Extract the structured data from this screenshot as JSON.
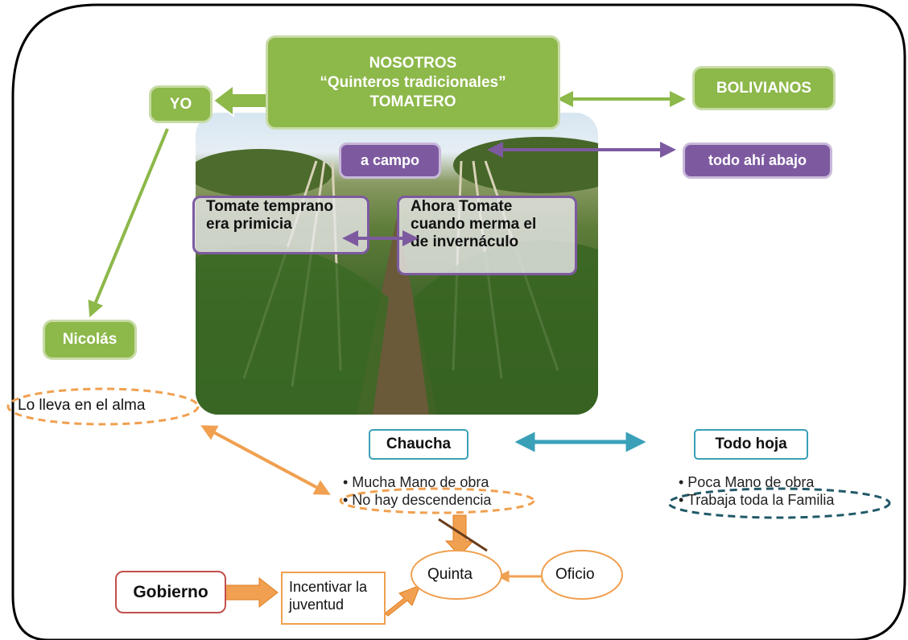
{
  "nodes": {
    "nosotros": [
      "NOSOTROS",
      "“Quinteros tradicionales”",
      "TOMATERO"
    ],
    "yo": "YO",
    "bolivianos": "BOLIVIANOS",
    "a_campo": "a campo",
    "todo_ahi_abajo": "todo ahí abajo",
    "tomate_temprano": [
      "Tomate temprano",
      "era primicia"
    ],
    "ahora_tomate": [
      "Ahora Tomate",
      "cuando merma el",
      "de invernáculo"
    ],
    "nicolas": "Nicolás",
    "lo_lleva": "Lo lleva en el alma",
    "chaucha": "Chaucha",
    "todo_hoja": "Todo hoja",
    "chaucha_bullets": [
      "• Mucha Mano de obra",
      "• No hay descendencia"
    ],
    "todo_hoja_bullets": [
      "• Poca Mano de obra",
      "• Trabaja toda la Familia"
    ],
    "gobierno": "Gobierno",
    "incentivar": [
      "Incentivar la",
      "juventud"
    ],
    "quinta": "Quinta",
    "oficio": "Oficio"
  },
  "colors": {
    "green": "#8db84a",
    "purple": "#7d5aa0",
    "orange": "#f0a050",
    "teal": "#3aa0b8",
    "dark_teal": "#215968",
    "red": "#c0504d"
  }
}
